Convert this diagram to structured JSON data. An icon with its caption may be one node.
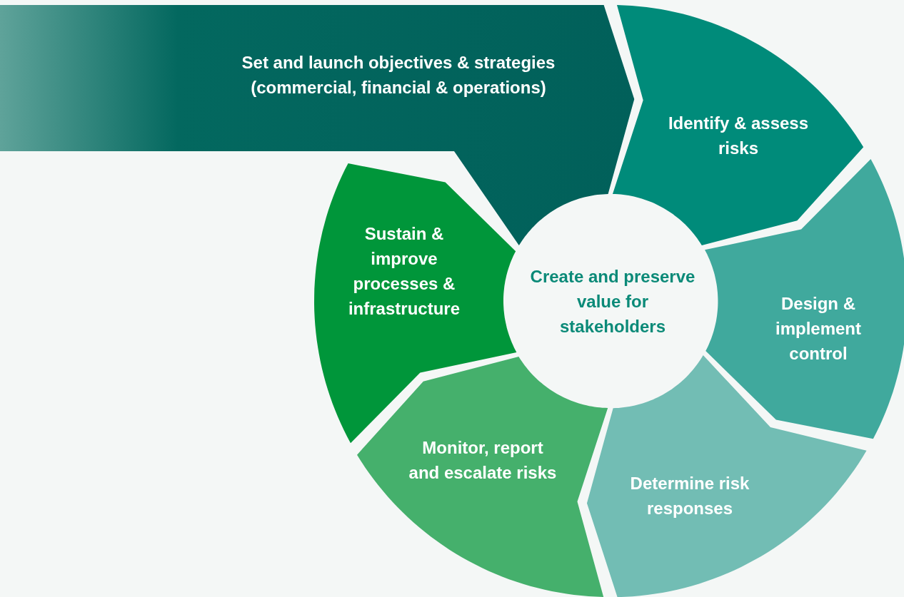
{
  "diagram": {
    "nodes": [
      {
        "text": [
          "Set and launch objectives & strategies (commercial, financial & operations)"
        ]
      },
      {
        "text": [
          "Identify & assess risks"
        ]
      },
      {
        "text": [
          "Design & implement control"
        ]
      },
      {
        "text": [
          "Determine risk responses"
        ]
      },
      {
        "text": [
          "Monitor, report and escalate risks"
        ]
      },
      {
        "text": [
          "Sustain & improve processes & infrastructure"
        ]
      },
      {
        "text": [
          "Create and preserve value for stakeholders"
        ]
      }
    ]
  }
}
